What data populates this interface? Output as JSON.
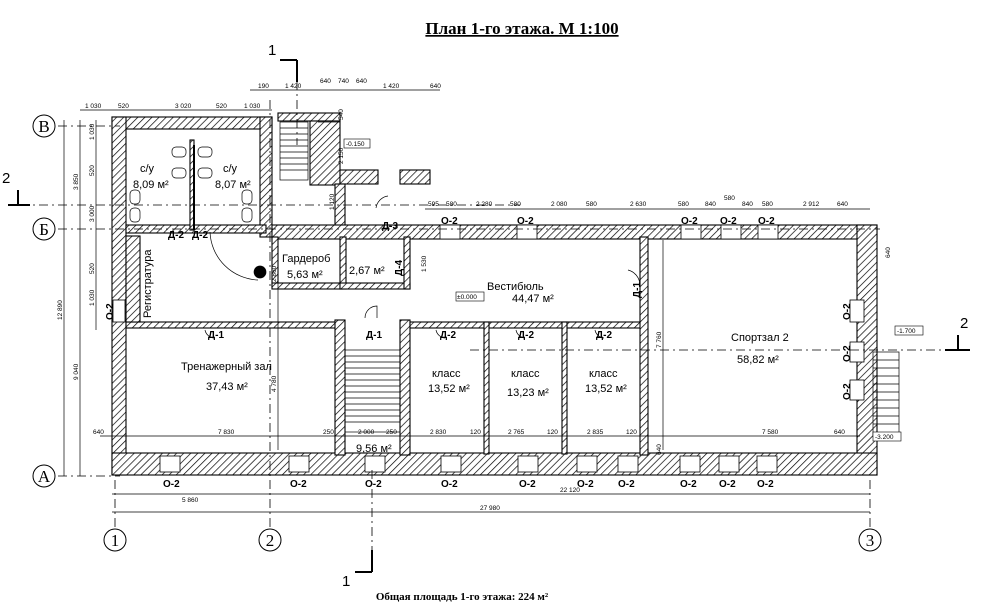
{
  "title": "План 1-го этажа. М 1:100",
  "total_area": "Общая площадь 1-го этажа:  224 м²",
  "axes": {
    "rows": [
      "В",
      "Б",
      "А"
    ],
    "cols": [
      "1",
      "2",
      "3"
    ]
  },
  "sections": [
    "1",
    "2",
    "2",
    "1"
  ],
  "rooms": {
    "wc1_name": "с/у",
    "wc1_area": "8,09 м²",
    "wc2_name": "с/у",
    "wc2_area": "8,07 м²",
    "reception": "Регистратура",
    "wardrobe_name": "Гардероб",
    "wardrobe_area": "5,63 м²",
    "small_area": "2,67 м²",
    "lobby_name": "Вестибюль",
    "lobby_area": "44,47 м²",
    "lobby_level": "±0.000",
    "gym_name": "Тренажерный зал",
    "gym_area": "37,43 м²",
    "class1_name": "класс",
    "class1_area": "13,52 м²",
    "class2_name": "класс",
    "class2_area": "13,23 м²",
    "class3_name": "класс",
    "class3_area": "13,52 м²",
    "sport_name": "Спортзал 2",
    "sport_area": "58,82 м²",
    "stair_area": "9,56 м²"
  },
  "levels": [
    "-0.150",
    "-1.700",
    "-3.200"
  ],
  "doors": [
    "Д-2",
    "Д-2",
    "Д-3",
    "Д-4",
    "Д-1",
    "Д-1",
    "Д-1",
    "Д-2",
    "Д-2",
    "Д-2"
  ],
  "windows": {
    "top": [
      "О-2",
      "О-2",
      "О-2",
      "О-2",
      "О-2"
    ],
    "bottom": [
      "О-2",
      "О-2",
      "О-2",
      "О-2",
      "О-2",
      "О-2",
      "О-2",
      "О-2",
      "О-2",
      "О-2"
    ],
    "side": [
      "О-2",
      "О-2",
      "О-2",
      "О-2"
    ]
  },
  "dims": {
    "top1": [
      "190",
      "1 420",
      "640",
      "740",
      "640",
      "1 420",
      "640"
    ],
    "top2": [
      "1 030",
      "520",
      "3 020",
      "520",
      "1 030"
    ],
    "top3": [
      "595",
      "580",
      "2 280",
      "580",
      "2 080",
      "580",
      "2 630",
      "580",
      "840",
      "580",
      "840",
      "580",
      "2 912",
      "640"
    ],
    "left": [
      "3 850",
      "3 000",
      "1 030",
      "520",
      "1 030",
      "520",
      "9 040",
      "12 890",
      "640",
      "640"
    ],
    "inner_bottom": [
      "7 830",
      "250",
      "2 000",
      "250",
      "2 830",
      "120",
      "2 765",
      "120",
      "2 835",
      "120",
      "7 580",
      "640",
      "640"
    ],
    "inner_v": [
      "2 860",
      "4 780",
      "1 120",
      "1 530",
      "7 760",
      "2 150",
      "540"
    ],
    "bottom": [
      "5 860",
      "22 120",
      "27 980"
    ]
  }
}
